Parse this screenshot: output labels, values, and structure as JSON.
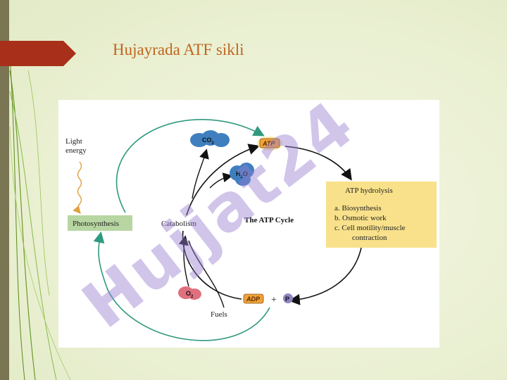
{
  "slide": {
    "title": "Hujayrada ATF sikli"
  },
  "diagram": {
    "center_label": "The ATP Cycle",
    "light_energy_label_line1": "Light",
    "light_energy_label_line2": "energy",
    "photosynthesis_label": "Photosynthesis",
    "catabolism_label": "Catabolism",
    "fuels_label": "Fuels",
    "co2_label": "CO",
    "co2_sub": "2",
    "h2o_label_h": "H",
    "h2o_sub": "2",
    "h2o_label_o": "O",
    "o2_label": "O",
    "o2_sub": "2",
    "atp_label": "ATP",
    "adp_label": "ADP",
    "plus_label": "+",
    "p_label": "P",
    "hydrolysis_box": {
      "heading": "ATP hydrolysis",
      "items": [
        "a.  Biosynthesis",
        "b.  Osmotic work",
        "c.  Cell motility/muscle",
        "contraction"
      ]
    }
  },
  "watermark": {
    "text": "Hujjat24",
    "color": "#9a7fd0"
  },
  "colors": {
    "title": "#c0651f",
    "green_arrow": "#2f9a7f",
    "box_yellow": "#f8e18a",
    "co2_blue": "#3f7fbf",
    "o2_pink": "#e0707e",
    "p_purple": "#8f84c4",
    "atp_orange": "#f0a33a"
  }
}
